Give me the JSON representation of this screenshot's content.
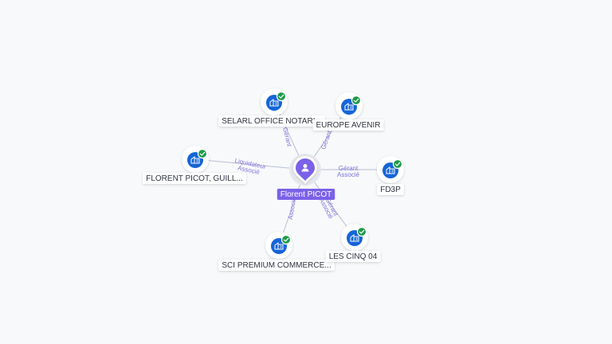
{
  "center": {
    "name": "Florent PICOT",
    "icon": "person-icon",
    "accent": "#7b61e8"
  },
  "companies": [
    {
      "name": "SELARL OFFICE NOTARI...",
      "verified": true,
      "icon": "building-icon",
      "relations": [
        "Gérant"
      ]
    },
    {
      "name": "EUROPE AVENIR",
      "verified": true,
      "icon": "building-icon",
      "relations": [
        "Gérant"
      ]
    },
    {
      "name": "FLORENT PICOT, GUILL...",
      "verified": true,
      "icon": "building-icon",
      "relations": [
        "Liquidateur",
        "Associé"
      ]
    },
    {
      "name": "FD3P",
      "verified": true,
      "icon": "building-icon",
      "relations": [
        "Gérant",
        "Associé"
      ]
    },
    {
      "name": "SCI PREMIUM COMMERCE...",
      "verified": true,
      "icon": "building-icon",
      "relations": [
        "Associé"
      ]
    },
    {
      "name": "LES CINQ 04",
      "verified": true,
      "icon": "building-icon",
      "relations": [
        "Gérant",
        "Associé"
      ]
    }
  ],
  "colors": {
    "node_blue": "#1565d8",
    "check_green": "#1d9a4a",
    "edge": "#b9bfd4",
    "edge_label": "#7f74d8",
    "label_text": "#2f3440"
  }
}
